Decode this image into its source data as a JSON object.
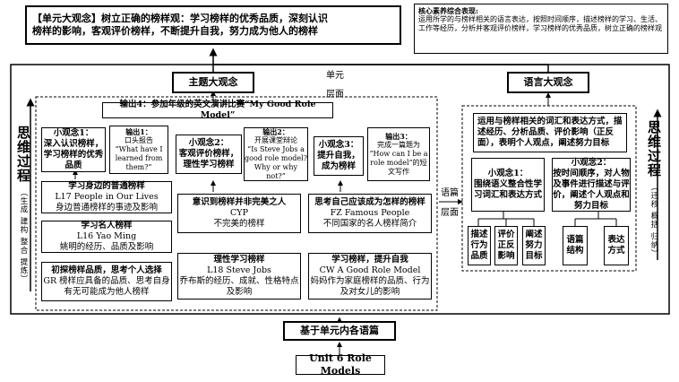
{
  "unit_big_idea": {
    "line1": "【单元大观念】树立正确的榜样观：学习榜样的优秀品质，深刻认识",
    "line2": "榜样的影响，客观评价榜样，不断提升自我，努力成为他人的榜样"
  },
  "core_literacy": {
    "title": "核心素养综合表现:",
    "text": "运用所学的与榜样相关的语言表达，按照时间顺序，描述榜样的学习、生活、工作等经历，分析并客观评价榜样，学习榜样的优秀品质，树立正确的榜样观"
  },
  "labels": {
    "unit": "单元",
    "level": "层面",
    "discourse_level_1": "语篇",
    "discourse_level_2": "层面"
  },
  "theme_big_idea": "主题大观念",
  "language_big_idea": "语言大观念",
  "left_side": {
    "title": "思维过程",
    "sub": "（生成 建构 整合 提炼）"
  },
  "right_side": {
    "title": "思维过程",
    "sub": "（迁移 概括 归纳）"
  },
  "output4": "输出4：参加年级的英文演讲比赛“My Good Role Model”",
  "mini_ideas": [
    {
      "title": "小观念1：",
      "text": "深入认识榜样，学习榜样的优秀品质"
    },
    {
      "title": "小观念2：",
      "text": "客观评价榜样，理性学习榜样"
    },
    {
      "title": "小观念3：",
      "text": "提升自我，成为榜样"
    }
  ],
  "outputs": [
    {
      "title": "输出1：",
      "text1": "口头报告",
      "text2": "“What have I learned from them?”"
    },
    {
      "title": "输出2：",
      "text1": "开展课堂辩论",
      "text2": "“Is Steve Jobs a good role model? Why or why not?”"
    },
    {
      "title": "输出3：",
      "text1": "完成一篇题为",
      "text2": "“How can I be a role model”的短文写作"
    }
  ],
  "texts_col1": [
    {
      "title": "学习身边的普通榜样",
      "en": "L17 People in Our Lives",
      "cn": "身边普通榜样的事迹及影响"
    },
    {
      "title": "学习名人榜样",
      "en": "L16 Yao Ming",
      "cn": "姚明的经历、品质及影响"
    },
    {
      "title": "初探榜样品质，思考个人选择",
      "en": "",
      "cn": "GR 榜样应具备的品质、思考自身有无可能成为他人榜样"
    }
  ],
  "texts_col2": [
    {
      "title": "意识到榜样并非完美之人",
      "en": "CYP",
      "cn": "不完美的榜样"
    },
    {
      "title": "理性学习榜样",
      "en": "L18 Steve Jobs",
      "cn": "乔布斯的经历、成就、性格特点及影响"
    }
  ],
  "texts_col3": [
    {
      "title": "思考自己应该成为怎样的榜样",
      "en": "FZ Famous People",
      "cn": "不同国家的名人榜样简介"
    },
    {
      "title": "学习榜样，提升自我",
      "en": "CW A Good Role Model",
      "cn": "妈妈作为家庭榜样的品质、行为及对女儿的影响"
    }
  ],
  "language_goal": "运用与榜样相关的词汇和表达方式，描述经历、分析品质、评价影响（正反面），表明个人观点，阐述努力目标",
  "lang_mini": [
    {
      "title": "小观念1：",
      "text": "围绕语义整合性学习词汇和表达方式"
    },
    {
      "title": "小观念2：",
      "text": "按时间顺序，对人物及事件进行描述与评价，阐述个人观点和努力目标"
    }
  ],
  "lang_leaves": [
    "描述行为品质",
    "评价正反影响",
    "阐述努力目标",
    "语篇结构",
    "表达方式"
  ],
  "based_on": "基于单元内各语篇",
  "unit_name": "Unit 6 Role Models"
}
